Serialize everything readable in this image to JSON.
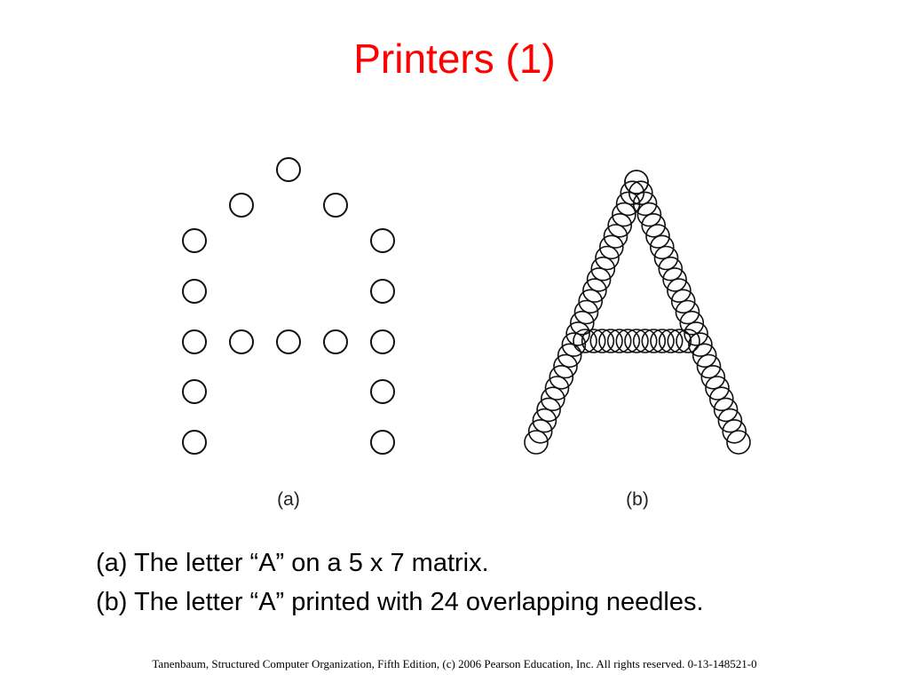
{
  "slide": {
    "title": "Printers (1)",
    "title_color": "#ff0000"
  },
  "figure": {
    "panel_a_label": "(a)",
    "panel_b_label": "(b)",
    "dot_matrix_columns": 5,
    "dot_matrix_rows": 7,
    "needle_count": 24,
    "dot_stroke_color": "#111111"
  },
  "captions": {
    "a": "(a) The letter “A” on a 5 x 7 matrix.",
    "b": "(b) The letter “A” printed with 24 overlapping needles."
  },
  "footer": {
    "text": "Tanenbaum, Structured Computer Organization, Fifth Edition, (c) 2006 Pearson Education, Inc. All rights reserved. 0-13-148521-0"
  }
}
